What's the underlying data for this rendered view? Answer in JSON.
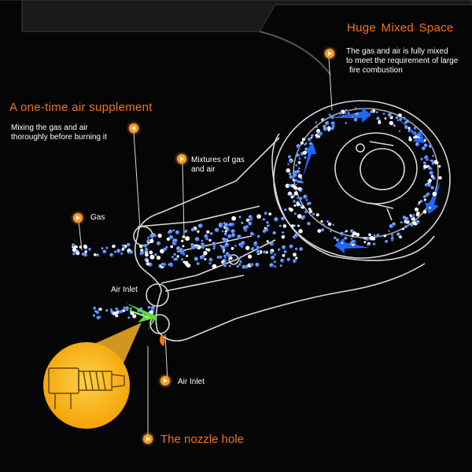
{
  "title_mixed_space": "Huge Mixed Space",
  "desc_mixed_space": [
    "The gas and air is fully mixed",
    "to meet the requirement of large",
    "fire combustion"
  ],
  "title_air_supplement": "A one-time air supplement",
  "desc_air_supplement": [
    "Mixing the gas and air",
    "thoroughly before burning it"
  ],
  "label_mixtures": [
    "Mixtures of gas",
    "and air"
  ],
  "label_gas": "Gas",
  "label_air_inlet_top": "Air Inlet",
  "label_air_inlet_bottom": "Air Inlet",
  "title_nozzle": "The nozzle hole",
  "colors": {
    "accent": "#f0741e",
    "particle": "#2a6cff",
    "callout": "#ffb21c",
    "background": "#050505"
  }
}
